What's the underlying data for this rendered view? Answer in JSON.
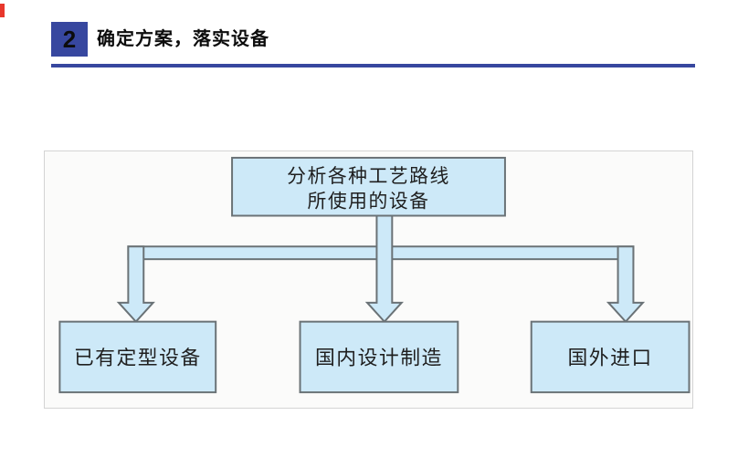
{
  "header": {
    "number": "2",
    "title": "确定方案，落实设备",
    "accent_color": "#37479f",
    "marker_color": "#e8372c"
  },
  "diagram": {
    "box_fill_color": "#cde9f8",
    "box_border_color": "#6a7276",
    "top_box": {
      "line1": "分析各种工艺路线",
      "line2": "所使用的设备"
    },
    "bottom_boxes": [
      "已有定型设备",
      "国内设计制造",
      "国外进口"
    ]
  }
}
